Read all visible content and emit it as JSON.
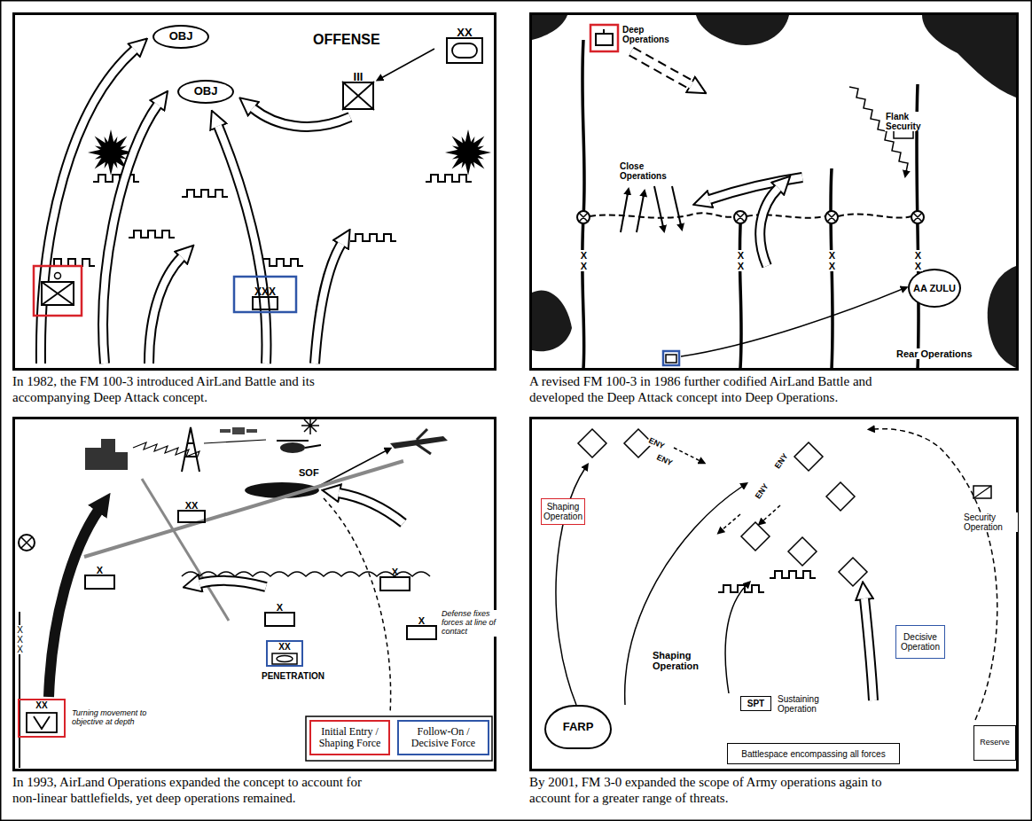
{
  "diagram": {
    "nodes": [
      {
        "text": [
          "In 1982, the FM 100-3 introduced AirLand Battle and its accompanying Deep Attack concept."
        ]
      },
      {
        "text": [
          "OBJ"
        ],
        "in": 0
      },
      {
        "text": [
          "OBJ"
        ],
        "in": 0
      },
      {
        "text": [
          "XX"
        ],
        "in": 0
      },
      {
        "text": [
          "III"
        ],
        "in": 0
      },
      {
        "text": [
          "XXX"
        ],
        "in": 0
      },
      {
        "text": [
          "A revised FM 100-3 in 1986 further codified AirLand Battle and developed the Deep Attack concept into Deep Operations."
        ]
      },
      {
        "text": [
          "AA ZULU"
        ],
        "in": 6
      },
      {
        "text": [
          "In 1993, AirLand Operations expanded the concept to account for non-linear battlefields, yet deep operations remained."
        ]
      },
      {
        "text": [
          "XX"
        ],
        "in": 8
      },
      {
        "text": [
          "X"
        ],
        "in": 8
      },
      {
        "text": [
          "X"
        ],
        "in": 8
      },
      {
        "text": [
          "X"
        ],
        "in": 8
      },
      {
        "text": [
          "X"
        ],
        "in": 8
      },
      {
        "text": [
          "XX"
        ],
        "in": 8
      },
      {
        "text": [
          "XX"
        ],
        "in": 8
      },
      {
        "text": [
          "Initial Entry / Shaping Force"
        ],
        "in": 8
      },
      {
        "text": [
          "Follow-On / Decisive Force"
        ],
        "in": 8
      },
      {
        "text": [
          "By 2001, FM 3-0 expanded the scope of Army operations again to account for a greater range of threats."
        ]
      },
      {
        "text": [
          "Shaping Operation"
        ],
        "in": 18
      },
      {
        "text": [
          "Decisive Operation"
        ],
        "in": 18
      },
      {
        "text": [
          "SPT"
        ],
        "in": 18
      },
      {
        "text": [
          "FARP"
        ],
        "in": 18
      },
      {
        "text": [
          "Reserve"
        ],
        "in": 18
      },
      {
        "text": [
          "Battlespace encompassing all forces"
        ],
        "in": 18
      }
    ],
    "labels": [
      "OFFENSE",
      "Deep Operations",
      "Flank Security",
      "Close Operations",
      "Rear Operations",
      "X X",
      "X X",
      "X X",
      "X X",
      "SOF",
      "PENETRATION",
      "Defense fixes forces at line of contact",
      "Turning movement to objective at depth",
      "X X X",
      "ENY",
      "ENY",
      "ENY",
      "ENY",
      "Shaping Operation",
      "Security Operation",
      "Sustaining Operation"
    ]
  }
}
